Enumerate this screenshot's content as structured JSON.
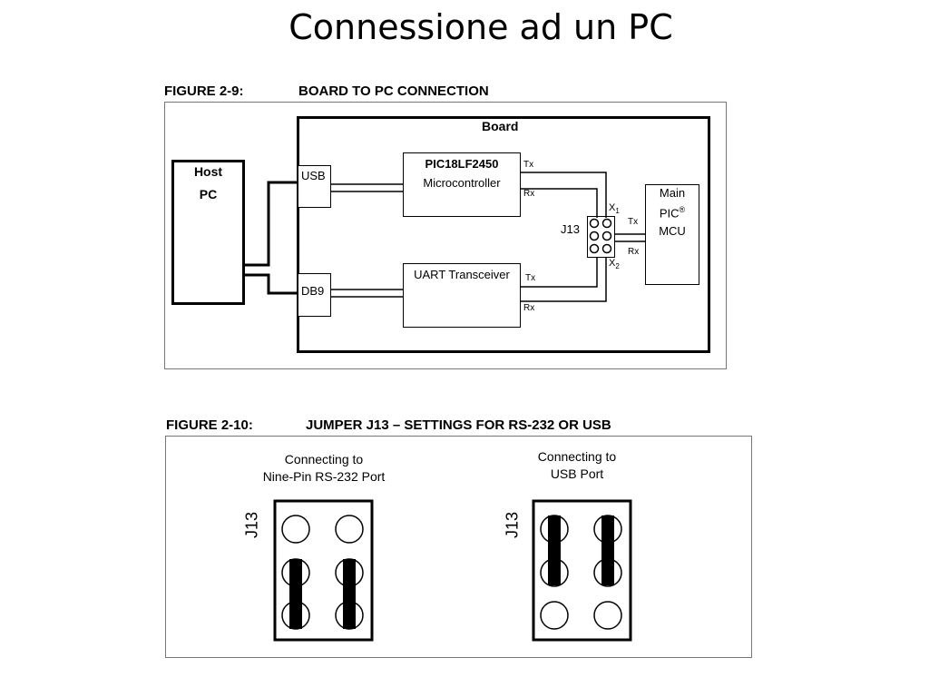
{
  "slide": {
    "title": "Connessione ad un PC"
  },
  "figure1": {
    "number": "FIGURE 2-9:",
    "title": "BOARD TO PC CONNECTION",
    "board_label": "Board",
    "host": {
      "line1": "Host",
      "line2": "PC"
    },
    "usb": "USB",
    "db9": "DB9",
    "mcu": {
      "line1": "PIC18LF2450",
      "line2": "Microcontroller"
    },
    "uart": "UART Transceiver",
    "tx": "Tx",
    "rx": "Rx",
    "jumper": "J13",
    "x1": "X",
    "x1_sub": "1",
    "x2": "X",
    "x2_sub": "2",
    "main_pic": {
      "line1": "Main",
      "line2": "PIC",
      "reg": "®",
      "line3": "MCU"
    }
  },
  "figure2": {
    "number": "FIGURE 2-10:",
    "title": "JUMPER J13 – SETTINGS FOR RS-232 OR USB",
    "left": {
      "line1": "Connecting to",
      "line2": "Nine-Pin RS-232 Port",
      "jumper": "J13"
    },
    "right": {
      "line1": "Connecting to",
      "line2": "USB Port",
      "jumper": "J13"
    }
  }
}
